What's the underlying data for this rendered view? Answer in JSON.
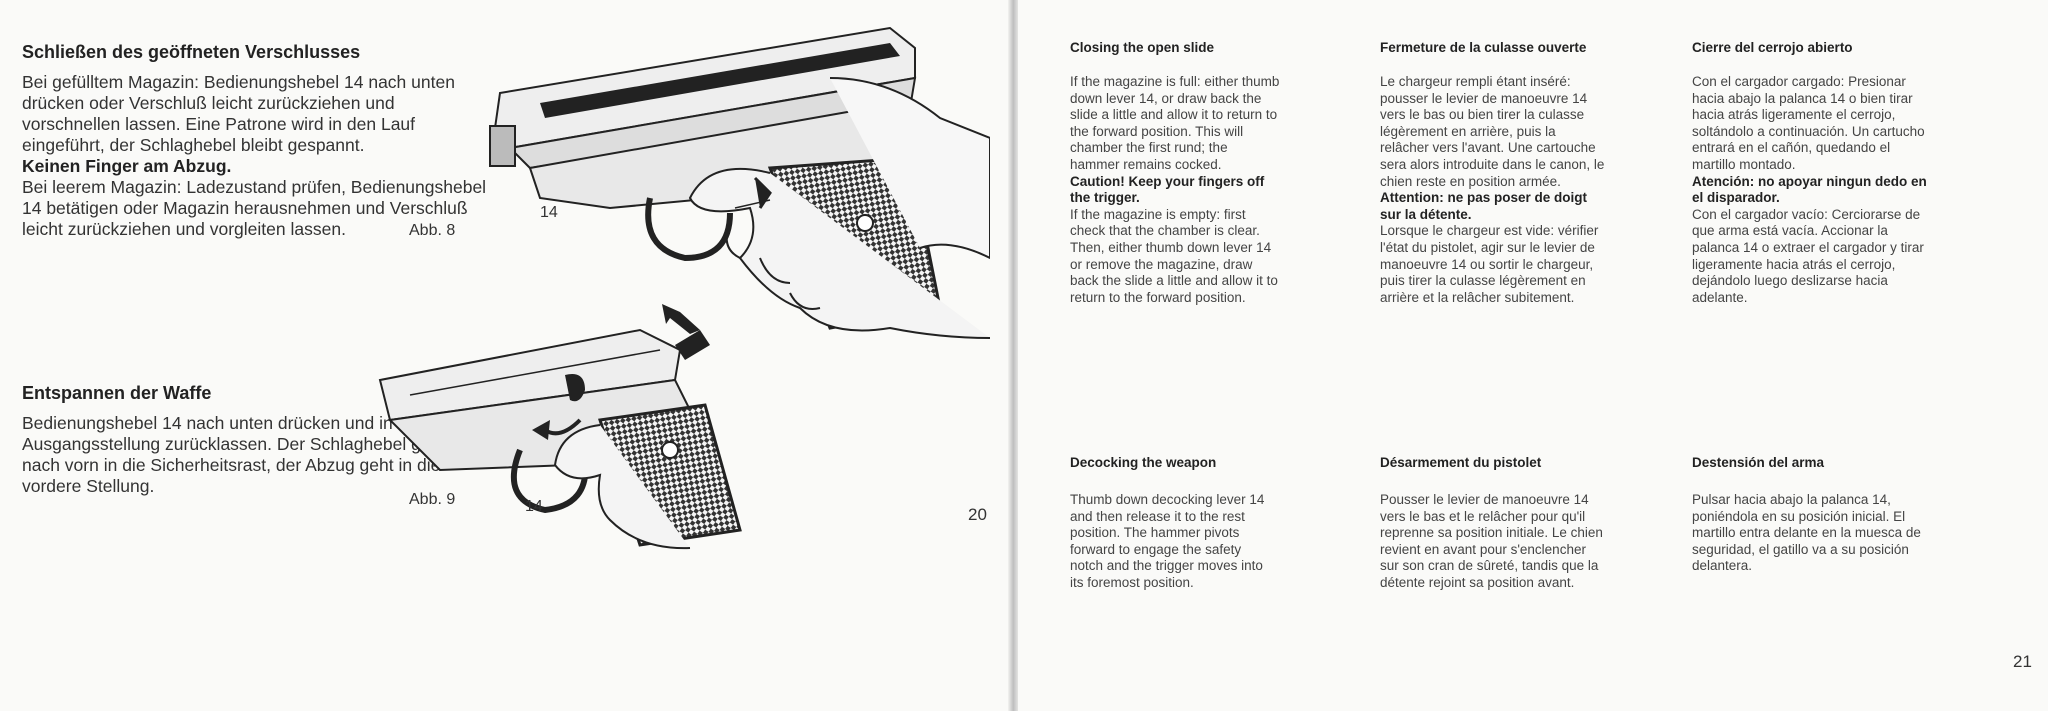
{
  "left_page": {
    "section1": {
      "heading": "Schließen des geöffneten Verschlusses",
      "para1": "Bei gefülltem Magazin: Bedienungshebel 14 nach unten drücken oder Verschluß leicht zurückziehen und vorschnellen lassen. Eine Patrone wird in den Lauf eingeführt, der Schlaghebel bleibt gespannt.",
      "warning": "Keinen Finger am Abzug.",
      "para2": "Bei leerem Magazin: Ladezustand prüfen, Bedienungshebel 14 betätigen oder Magazin herausnehmen und Verschluß leicht zurückziehen und vorgleiten lassen."
    },
    "section2": {
      "heading": "Entspannen der Waffe",
      "para": "Bedienungshebel 14 nach unten drücken und in Ausgangsstellung zurücklassen. Der Schlaghebel geht nach vorn in die Sicherheitsrast, der Abzug geht in die vordere Stellung."
    },
    "figure8": {
      "caption": "Abb. 8",
      "callout": "14"
    },
    "figure9": {
      "caption": "Abb. 9",
      "callout": "14"
    },
    "page_number": "20"
  },
  "right_page": {
    "english": {
      "closing": {
        "heading": "Closing the open slide",
        "para1": "If the magazine is full: either thumb down lever 14, or draw back the slide a little and allow it to return to the forward position. This will chamber the first rund; the hammer remains cocked.",
        "warning": "Caution! Keep your fingers off the trigger.",
        "para2": "If the magazine is empty: first check that the chamber is clear. Then, either thumb down lever 14 or remove the magazine, draw back the slide a little and allow it to return to the forward position."
      },
      "decocking": {
        "heading": "Decocking the weapon",
        "para": "Thumb down decocking lever 14 and then release it to the rest position. The hammer pivots forward to engage the safety notch and the trigger moves into its foremost position."
      }
    },
    "french": {
      "closing": {
        "heading": "Fermeture de la culasse ouverte",
        "para1": "Le chargeur rempli étant inséré: pousser le levier de manoeuvre 14 vers le bas ou bien tirer la culasse légèrement en arrière, puis la relâcher vers l'avant. Une cartouche sera alors introduite dans le canon, le chien reste en position armée.",
        "warning": "Attention: ne pas poser de doigt sur la détente.",
        "para2": "Lorsque le chargeur est vide: vérifier l'état du pistolet, agir sur le levier de manoeuvre 14 ou sortir le chargeur, puis tirer la culasse légèrement en arrière et la relâcher subitement."
      },
      "decocking": {
        "heading": "Désarmement du pistolet",
        "para": "Pousser le levier de manoeuvre 14 vers le bas et le relâcher pour qu'il reprenne sa position initiale. Le chien revient en avant pour s'enclencher sur son cran de sûreté, tandis que la détente rejoint sa position avant."
      }
    },
    "spanish": {
      "closing": {
        "heading": "Cierre del cerrojo abierto",
        "para1": "Con el cargador cargado: Presionar hacia abajo la palanca 14 o bien tirar hacia atrás ligeramente el cerrojo, soltándolo a continuación. Un cartucho entrará en el cañón, quedando el martillo montado.",
        "warning": "Atención: no apoyar ningun dedo en el disparador.",
        "para2": "Con el cargador vacío: Cerciorarse de que arma está vacía. Accionar la palanca 14 o extraer el cargador y tirar ligeramente hacia atrás el cerrojo, dejándolo luego deslizarse hacia adelante."
      },
      "decocking": {
        "heading": "Destensión del arma",
        "para": "Pulsar hacia abajo la palanca 14, poniéndola en su posición inicial. El martillo entra delante en la muesca de seguridad, el gatillo va a su posición delantera."
      }
    },
    "page_number": "21"
  }
}
